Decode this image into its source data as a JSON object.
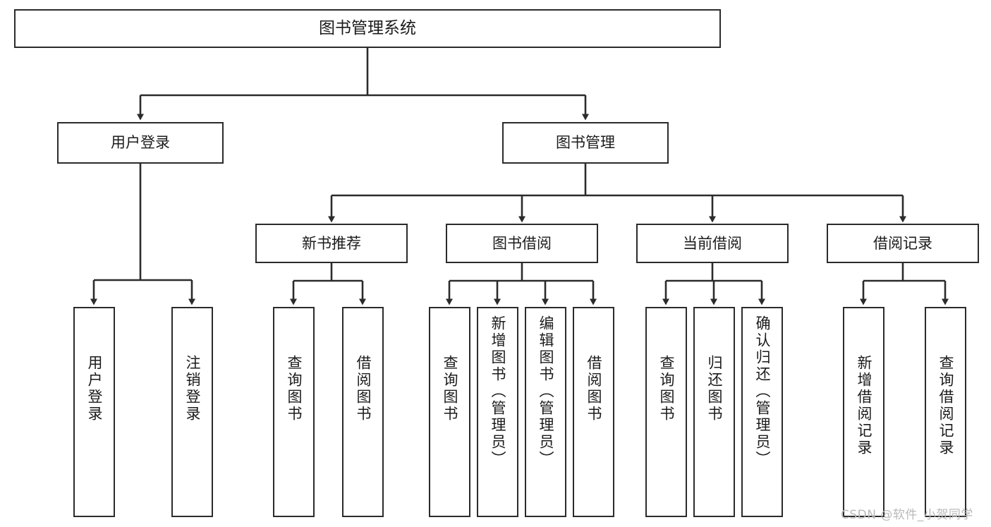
{
  "diagram": {
    "title": "图书管理系统",
    "type": "功能结构图",
    "root": {
      "label": "图书管理系统"
    },
    "level1": [
      {
        "label": "用户登录"
      },
      {
        "label": "图书管理"
      }
    ],
    "level2": [
      {
        "label": "新书推荐"
      },
      {
        "label": "图书借阅"
      },
      {
        "label": "当前借阅"
      },
      {
        "label": "借阅记录"
      }
    ],
    "leaves": {
      "user_login": [
        {
          "label": "用户登录"
        },
        {
          "label": "注销登录"
        }
      ],
      "new_book_recommend": [
        {
          "label": "查询图书"
        },
        {
          "label": "借阅图书"
        }
      ],
      "book_borrow": [
        {
          "label": "查询图书"
        },
        {
          "label": "新增图书（管理员）"
        },
        {
          "label": "编辑图书（管理员）"
        },
        {
          "label": "借阅图书"
        }
      ],
      "current_borrow": [
        {
          "label": "查询图书"
        },
        {
          "label": "归还图书"
        },
        {
          "label": "确认归还（管理员）"
        }
      ],
      "borrow_record": [
        {
          "label": "新增借阅记录"
        },
        {
          "label": "查询借阅记录"
        }
      ]
    }
  },
  "watermark": {
    "text": "CSDN @软件_小贺同学"
  },
  "colors": {
    "box_border": "#2b2b2b",
    "box_fill": "#ffffff",
    "connector": "#2b2b2b",
    "text": "#1b1b1b",
    "watermark": "#b9b9b9"
  }
}
